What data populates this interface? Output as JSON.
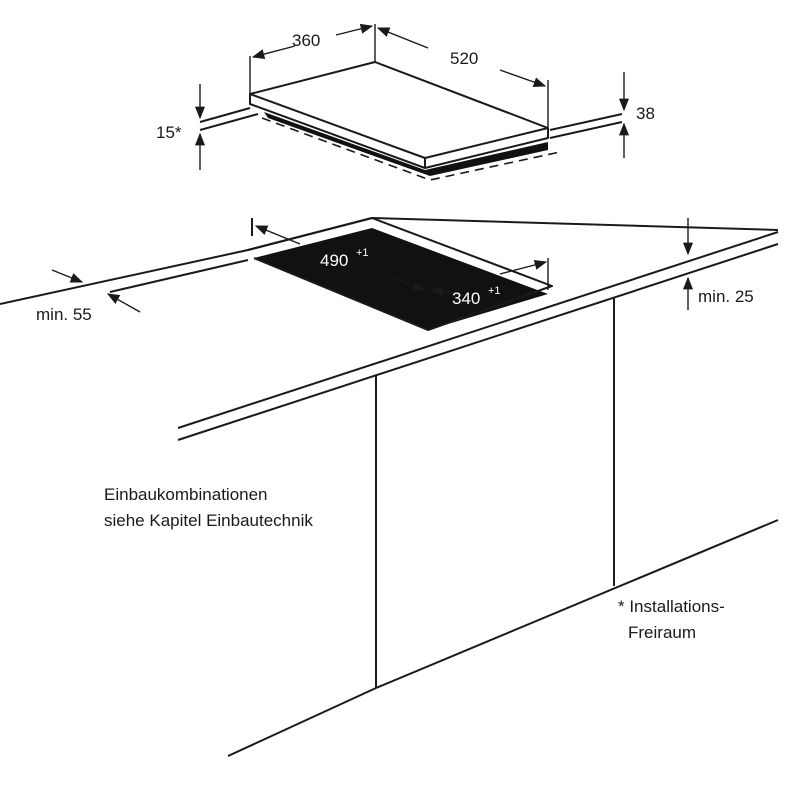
{
  "dimensions": {
    "hob_depth": "360",
    "hob_width": "520",
    "height_below": "15*",
    "hob_height": "38",
    "cutout_width": "490",
    "cutout_width_tol": "+1",
    "cutout_depth": "340",
    "cutout_depth_tol": "+1",
    "min_front": "min. 55",
    "min_side": "min. 25"
  },
  "notes": {
    "combinations_line1": "Einbaukombinationen",
    "combinations_line2": "siehe Kapitel Einbautechnik",
    "installation_line1": "* Installations-",
    "installation_line2": "Freiraum"
  }
}
